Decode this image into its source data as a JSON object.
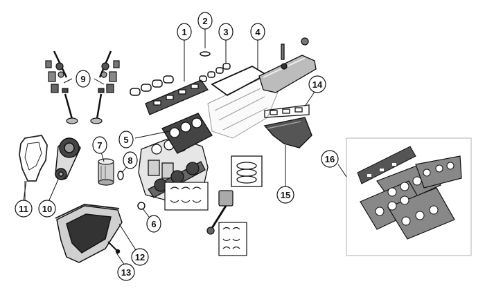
{
  "callouts": [
    {
      "id": "1",
      "label": "1"
    },
    {
      "id": "2",
      "label": "2"
    },
    {
      "id": "3",
      "label": "3"
    },
    {
      "id": "4",
      "label": "4"
    },
    {
      "id": "5",
      "label": "5"
    },
    {
      "id": "6",
      "label": "6"
    },
    {
      "id": "7",
      "label": "7"
    },
    {
      "id": "8",
      "label": "8"
    },
    {
      "id": "9",
      "label": "9"
    },
    {
      "id": "10",
      "label": "10"
    },
    {
      "id": "11",
      "label": "11"
    },
    {
      "id": "12",
      "label": "12"
    },
    {
      "id": "13",
      "label": "13"
    },
    {
      "id": "14",
      "label": "14"
    },
    {
      "id": "15",
      "label": "15"
    },
    {
      "id": "16",
      "label": "16"
    }
  ],
  "colors": {
    "line": "#111111",
    "part_fill": "#d9d9d9",
    "dark_part": "#555555",
    "gasket": "#333333",
    "kit_border": "#bdbdbd",
    "background": "#ffffff"
  },
  "icons": [
    "valve-train-icon",
    "timing-chain-icon",
    "oil-filter-icon",
    "oil-pan-icon",
    "engine-block-icon",
    "crankshaft-icon",
    "piston-icon",
    "cylinder-head-icon",
    "valve-cover-icon",
    "exhaust-manifold-icon",
    "gasket-kit-icon"
  ]
}
